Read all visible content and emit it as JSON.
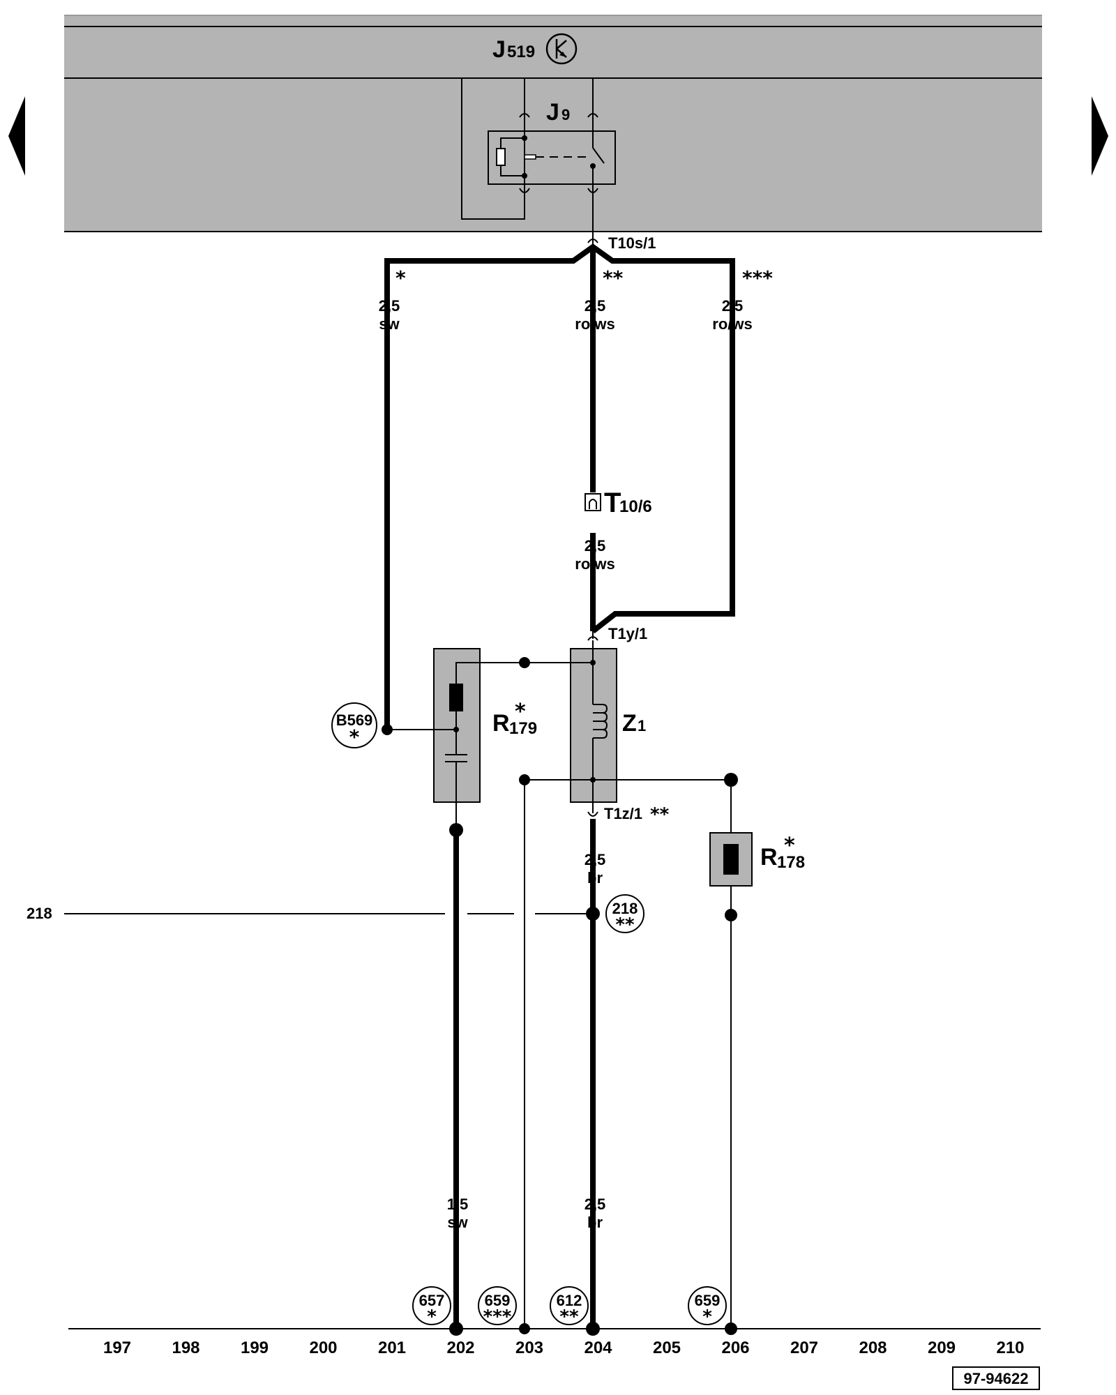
{
  "module": {
    "name": "J",
    "sub": "519",
    "icon": "transistor-symbol-icon",
    "background": "#b4b4b4"
  },
  "relay": {
    "name": "J",
    "sub": "9"
  },
  "connectors": {
    "t10s1": "T10s/1",
    "t106_name": "T",
    "t106_sub": "10/6",
    "t1y1": "T1y/1",
    "t1z1": "T1z/1",
    "t1z1_stars": "**"
  },
  "wire_labels": {
    "w1_size": "2,5",
    "w1_color": "sw",
    "w1_star": "*",
    "w2_size": "2,5",
    "w2_color": "ro/ws",
    "w2_star": "**",
    "w3_size": "2,5",
    "w3_color": "ro/ws",
    "w3_star": "***",
    "w4_size": "2,5",
    "w4_color": "ro/ws",
    "w5_size": "2,5",
    "w5_color": "br",
    "w6_size": "1,5",
    "w6_color": "sw",
    "w7_size": "2,5",
    "w7_color": "br"
  },
  "components": {
    "r179_name": "R",
    "r179_sub": "179",
    "r179_star": "*",
    "z1_name": "Z",
    "z1_sub": "1",
    "r178_name": "R",
    "r178_sub": "178",
    "r178_star": "*"
  },
  "refs": {
    "b569": "B569",
    "b569_star": "*",
    "r218": "218",
    "r218_star": "**",
    "r657": "657",
    "r657_star": "*",
    "r659a": "659",
    "r659a_star": "***",
    "r612": "612",
    "r612_star": "**",
    "r659b": "659",
    "r659b_star": "*"
  },
  "left_label": "218",
  "tracks": [
    "197",
    "198",
    "199",
    "200",
    "201",
    "202",
    "203",
    "204",
    "205",
    "206",
    "207",
    "208",
    "209",
    "210"
  ],
  "footer_code": "97-94622"
}
